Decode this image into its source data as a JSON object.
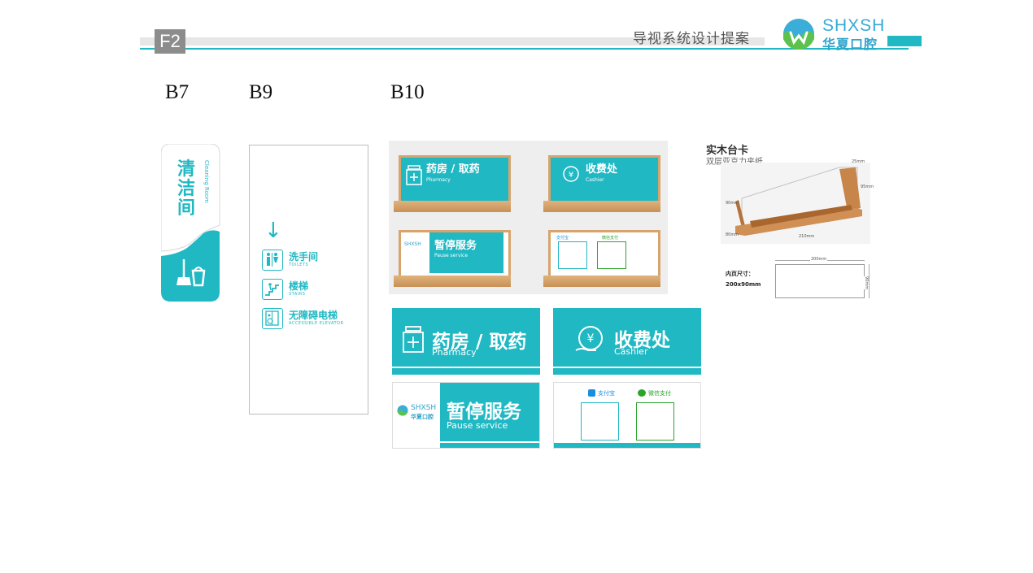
{
  "header": {
    "page_code": "F2",
    "title": "导视系统设计提案",
    "logo_en": "SHXSH",
    "logo_cn": "华夏口腔",
    "colors": {
      "accent": "#1fb8c3",
      "grey_bar": "#e6e6e6",
      "code_bg": "#8c8c8c"
    }
  },
  "labels": {
    "b7": "B7",
    "b9": "B9",
    "b10": "B10"
  },
  "b7": {
    "cn": "清洁间",
    "en": "Cleaning Room",
    "icon": "mop-bucket-icon"
  },
  "b9": {
    "arrow": "↓",
    "items": [
      {
        "cn": "洗手间",
        "en": "TOILETS",
        "icon": "toilet-icon"
      },
      {
        "cn": "楼梯",
        "en": "STAIRS",
        "icon": "stairs-icon"
      },
      {
        "cn": "无障碍电梯",
        "en": "ACCESSIBLE ELEVATOR",
        "icon": "accessible-elevator-icon"
      }
    ]
  },
  "b10": {
    "pharmacy": {
      "cn": "药房 / 取药",
      "en": "Pharmacy",
      "icon": "medicine-bottle-icon"
    },
    "cashier": {
      "cn": "收费处",
      "en": "Cashier",
      "icon": "yuan-hand-icon"
    },
    "pause": {
      "cn": "暂停服务",
      "en": "Pause service",
      "logo_en": "SHXSH",
      "logo_cn": "华夏口腔"
    },
    "payment": {
      "alipay": "支付宝",
      "wechat": "微信支付"
    }
  },
  "card_spec": {
    "title": "实木台卡",
    "subtitle": "双层亚克力夹纸",
    "inner_size_label": "内页尺寸：",
    "inner_size_value": "200x90mm",
    "dims": {
      "d25": "25mm",
      "d95": "95mm",
      "d90": "90mm",
      "d80": "80mm",
      "d210": "210mm",
      "d200": "200mm",
      "d90v": "90mm"
    }
  }
}
